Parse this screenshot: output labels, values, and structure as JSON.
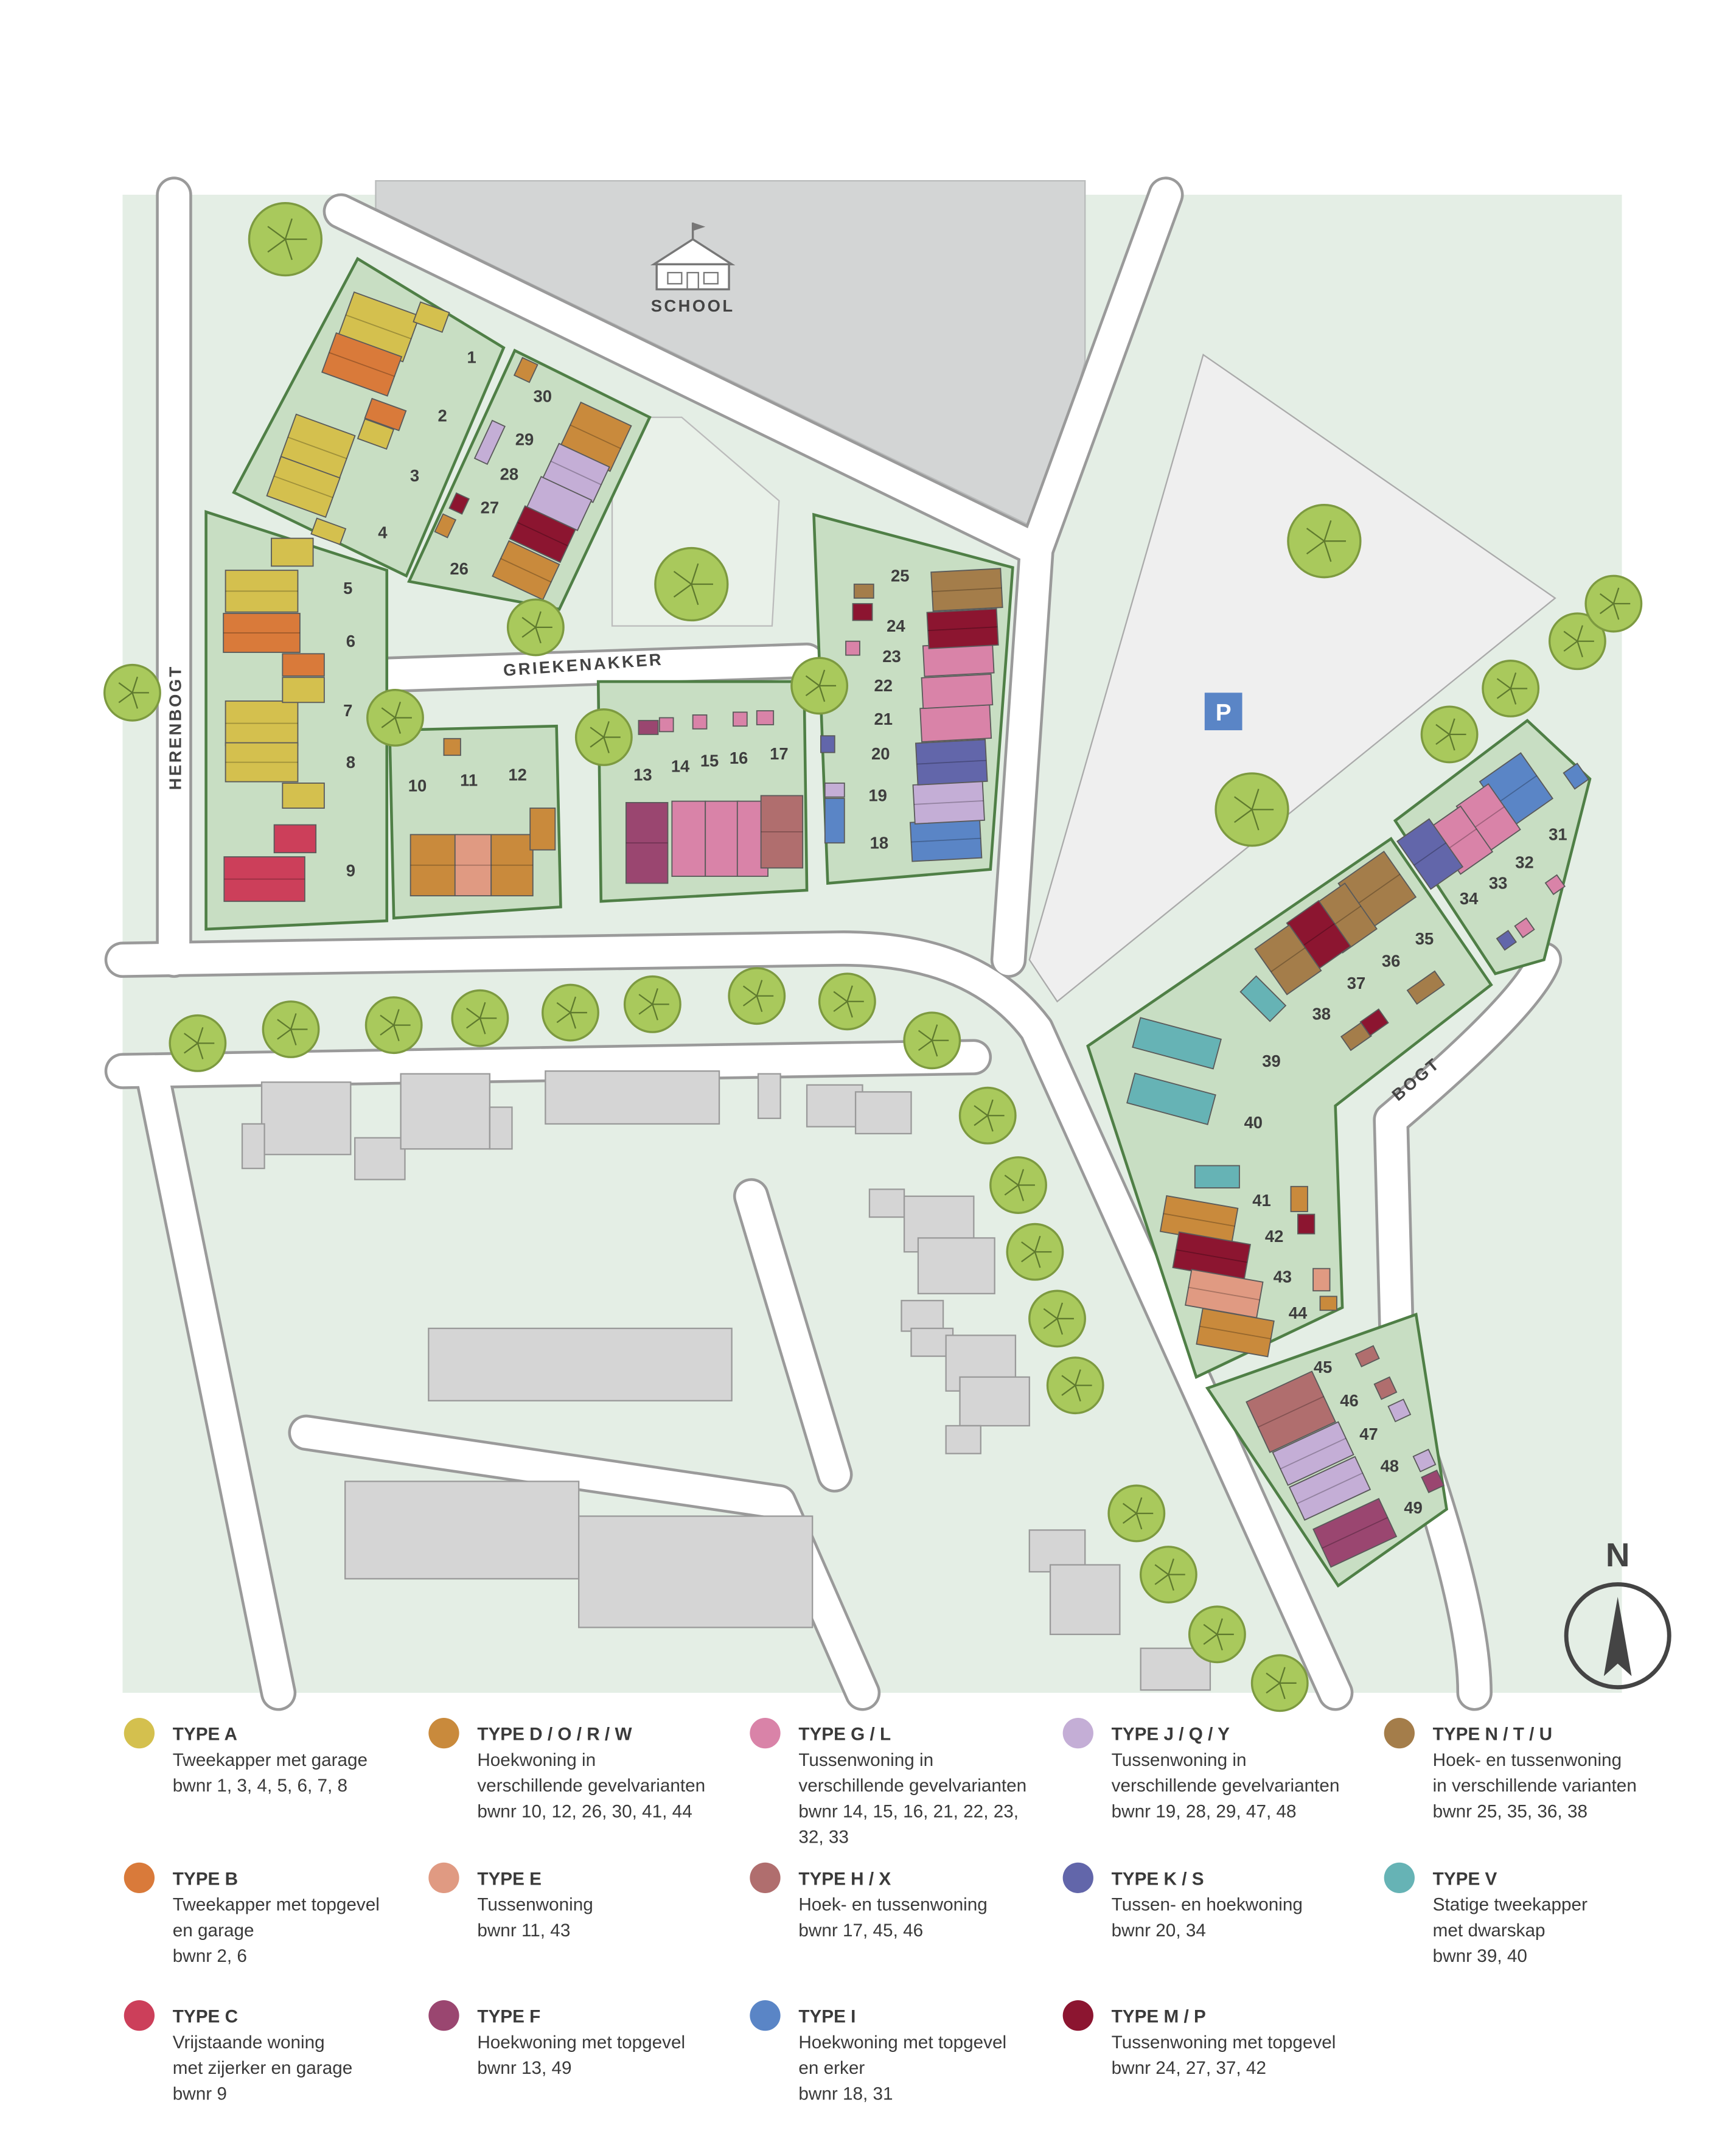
{
  "map": {
    "school_label": "SCHOOL",
    "parking_label": "P",
    "north_label": "N",
    "streets": {
      "herenbogt": "HERENBOGT",
      "griekenakker": "GRIEKENAKKER",
      "bogt": "BOGT"
    },
    "plot_numbers": [
      "1",
      "2",
      "3",
      "4",
      "5",
      "6",
      "7",
      "8",
      "9",
      "10",
      "11",
      "12",
      "13",
      "14",
      "15",
      "16",
      "17",
      "18",
      "19",
      "20",
      "21",
      "22",
      "23",
      "24",
      "25",
      "26",
      "27",
      "28",
      "29",
      "30",
      "31",
      "32",
      "33",
      "34",
      "35",
      "36",
      "37",
      "38",
      "39",
      "40",
      "41",
      "42",
      "43",
      "44",
      "45",
      "46",
      "47",
      "48",
      "49"
    ]
  },
  "colors": {
    "A": "#d4c04e",
    "B": "#d97a3a",
    "C": "#cc3f5a",
    "D": "#c98a3c",
    "E": "#e09a82",
    "F": "#9a4670",
    "G": "#d983a8",
    "H": "#b06e6e",
    "I": "#5a85c6",
    "J": "#c4aed6",
    "K": "#6266aa",
    "M": "#8c1530",
    "N": "#a47d4a",
    "V": "#66b3b5"
  },
  "legend": [
    {
      "key": "A",
      "title": "TYPE A",
      "lines": [
        "Tweekapper met garage",
        "bwnr 1, 3, 4, 5, 6, 7, 8"
      ]
    },
    {
      "key": "D",
      "title": "TYPE D / O / R / W",
      "lines": [
        "Hoekwoning in",
        "verschillende gevelvarianten",
        "bwnr 10, 12, 26, 30, 41, 44"
      ]
    },
    {
      "key": "G",
      "title": "TYPE G / L",
      "lines": [
        "Tussenwoning in",
        "verschillende gevelvarianten",
        "bwnr 14, 15, 16, 21, 22, 23,",
        "32, 33"
      ]
    },
    {
      "key": "J",
      "title": "TYPE J / Q / Y",
      "lines": [
        "Tussenwoning in",
        "verschillende gevelvarianten",
        "bwnr 19, 28, 29, 47, 48"
      ]
    },
    {
      "key": "N",
      "title": "TYPE N / T / U",
      "lines": [
        "Hoek- en tussenwoning",
        "in verschillende varianten",
        "bwnr 25, 35, 36, 38"
      ]
    },
    {
      "key": "B",
      "title": "TYPE B",
      "lines": [
        "Tweekapper met topgevel",
        "en garage",
        "bwnr 2, 6"
      ]
    },
    {
      "key": "E",
      "title": "TYPE E",
      "lines": [
        "Tussenwoning",
        "bwnr 11, 43"
      ]
    },
    {
      "key": "H",
      "title": "TYPE H / X",
      "lines": [
        "Hoek- en tussenwoning",
        "bwnr 17, 45, 46"
      ]
    },
    {
      "key": "K",
      "title": "TYPE K / S",
      "lines": [
        "Tussen- en hoekwoning",
        "bwnr 20, 34"
      ]
    },
    {
      "key": "V",
      "title": "TYPE V",
      "lines": [
        "Statige tweekapper",
        "met dwarskap",
        "bwnr 39, 40"
      ]
    },
    {
      "key": "C",
      "title": "TYPE C",
      "lines": [
        "Vrijstaande woning",
        "met zijerker en garage",
        "bwnr 9"
      ]
    },
    {
      "key": "F",
      "title": "TYPE F",
      "lines": [
        "Hoekwoning  met topgevel",
        "bwnr 13, 49"
      ]
    },
    {
      "key": "I",
      "title": "TYPE I",
      "lines": [
        "Hoekwoning met topgevel",
        "en erker",
        "bwnr 18, 31"
      ]
    },
    {
      "key": "M",
      "title": "TYPE M / P",
      "lines": [
        "Tussenwoning met topgevel",
        "bwnr 24, 27, 37, 42"
      ]
    }
  ]
}
